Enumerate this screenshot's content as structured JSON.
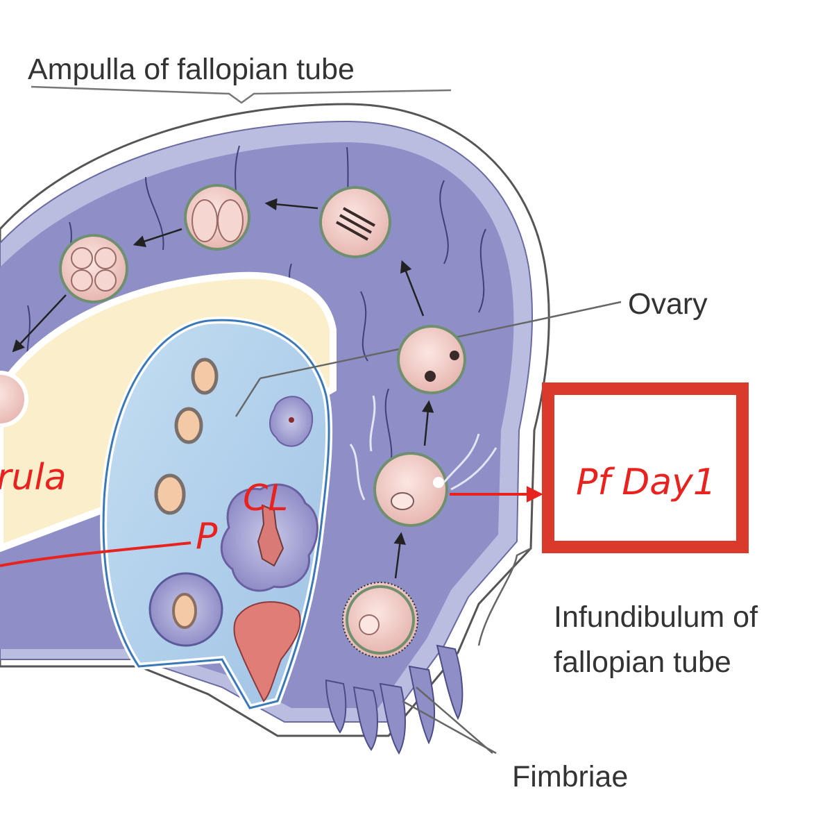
{
  "labels": {
    "ampulla": "Ampulla of fallopian tube",
    "ovary": "Ovary",
    "infundibulum_line1": "Infundibulum of",
    "infundibulum_line2": "fallopian tube",
    "fimbriae": "Fimbriae"
  },
  "annotations": {
    "box_text": "Pf Day1",
    "morula_fragment": "rula",
    "p_mark": "P",
    "cl_mark": "CL"
  },
  "colors": {
    "tube_lumen": "#8f8fc8",
    "tube_wall": "#b9bde0",
    "ovary": "#a9cbe8",
    "stroma": "#fbefcb",
    "cell": "#f2cdc8",
    "annotation_red": "#e8231f",
    "label_text": "#333333"
  }
}
